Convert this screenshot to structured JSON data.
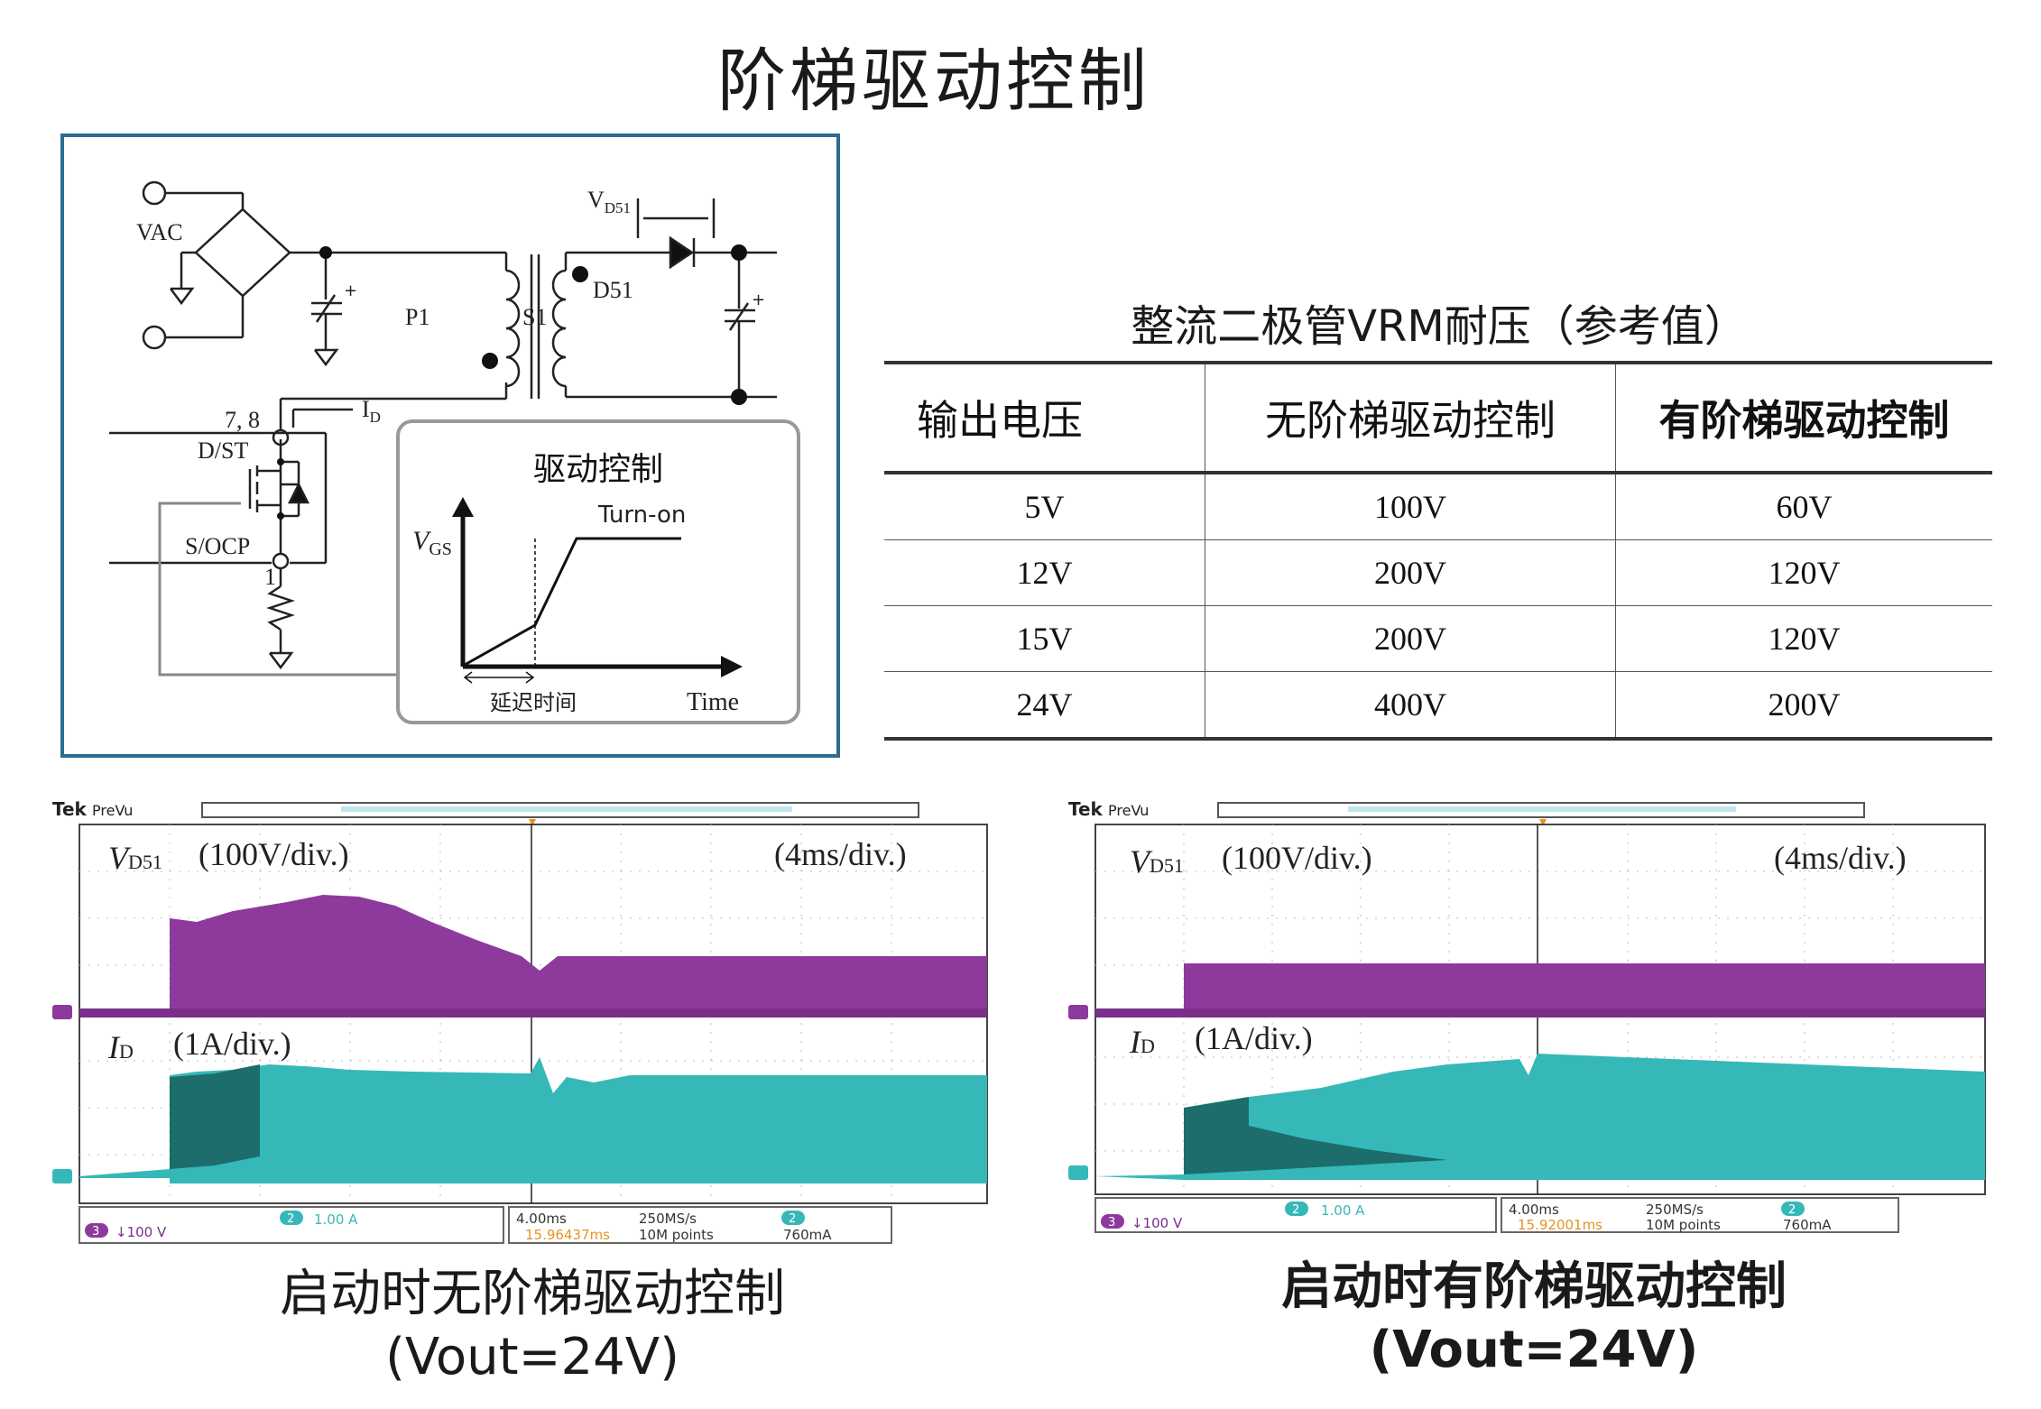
{
  "title": "阶梯驱动控制",
  "circuit": {
    "vac": "VAC",
    "vd51": "V",
    "vd51_sub": "D51",
    "d51": "D51",
    "p1": "P1",
    "s1": "S1",
    "id": "I",
    "id_sub": "D",
    "pin78": "7, 8",
    "dst": "D/ST",
    "socp": "S/OCP",
    "pin1": "1",
    "inset": {
      "title": "驱动控制",
      "vgs": "V",
      "vgs_sub": "GS",
      "turn_on": "Turn-on",
      "delay": "延迟时间",
      "time": "Time"
    }
  },
  "table": {
    "title": "整流二极管VRM耐压（参考值）",
    "headers": [
      "输出电压",
      "无阶梯驱动控制",
      "有阶梯驱动控制"
    ],
    "rows": [
      [
        "5V",
        "100V",
        "60V"
      ],
      [
        "12V",
        "200V",
        "120V"
      ],
      [
        "15V",
        "200V",
        "120V"
      ],
      [
        "24V",
        "400V",
        "200V"
      ]
    ]
  },
  "scope_left": {
    "brand": "Tek",
    "mode": "PreVu",
    "ch3_name": "V",
    "ch3_sub": "D51",
    "ch3_scale": "(100V/div.)",
    "timebase": "(4ms/div.)",
    "ch2_name": "I",
    "ch2_sub": "D",
    "ch2_scale": "(1A/div.)",
    "status": {
      "ch3": "↓100 V",
      "ch2": "1.00 A",
      "time": "4.00ms",
      "trig_pos": "15.96437ms",
      "rate": "250MS/s",
      "points": "10M points",
      "trig_level": "760mA",
      "ch3_num": "3",
      "ch2_num": "2"
    },
    "caption_line1": "启动时无阶梯驱动控制",
    "caption_line2": "(Vout=24V)"
  },
  "scope_right": {
    "brand": "Tek",
    "mode": "PreVu",
    "ch3_name": "V",
    "ch3_sub": "D51",
    "ch3_scale": "(100V/div.)",
    "timebase": "(4ms/div.)",
    "ch2_name": "I",
    "ch2_sub": "D",
    "ch2_scale": "(1A/div.)",
    "status": {
      "ch3": "↓100 V",
      "ch2": "1.00 A",
      "time": "4.00ms",
      "trig_pos": "15.92001ms",
      "rate": "250MS/s",
      "points": "10M points",
      "trig_level": "760mA",
      "ch3_num": "3",
      "ch2_num": "2"
    },
    "caption_line1": "启动时有阶梯驱动控制",
    "caption_line2": "(Vout=24V)"
  },
  "colors": {
    "purple": "#8e3a9c",
    "teal": "#36b8b8",
    "frame": "#2c6b92",
    "trigger": "#e8921e"
  }
}
